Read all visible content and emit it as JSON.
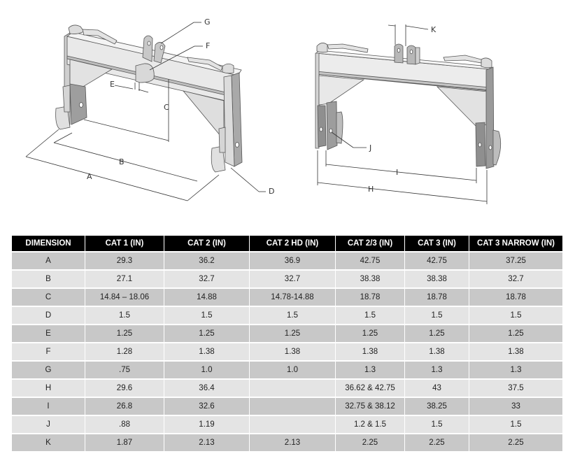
{
  "diagram": {
    "left_view_labels": [
      "A",
      "B",
      "C",
      "D",
      "E",
      "F",
      "G"
    ],
    "right_view_labels": [
      "H",
      "I",
      "J",
      "K"
    ],
    "label_A": "A",
    "label_B": "B",
    "label_C": "C",
    "label_D": "D",
    "label_E": "E",
    "label_F": "F",
    "label_G": "G",
    "label_H": "H",
    "label_I": "I",
    "label_J": "J",
    "label_K": "K"
  },
  "table": {
    "headers": [
      "DIMENSION",
      "CAT 1 (IN)",
      "CAT 2 (IN)",
      "CAT 2 HD (IN)",
      "CAT 2/3 (IN)",
      "CAT 3 (IN)",
      "CAT 3 NARROW (IN)"
    ],
    "rows": [
      [
        "A",
        "29.3",
        "36.2",
        "36.9",
        "42.75",
        "42.75",
        "37.25"
      ],
      [
        "B",
        "27.1",
        "32.7",
        "32.7",
        "38.38",
        "38.38",
        "32.7"
      ],
      [
        "C",
        "14.84 – 18.06",
        "14.88",
        "14.78-14.88",
        "18.78",
        "18.78",
        "18.78"
      ],
      [
        "D",
        "1.5",
        "1.5",
        "1.5",
        "1.5",
        "1.5",
        "1.5"
      ],
      [
        "E",
        "1.25",
        "1.25",
        "1.25",
        "1.25",
        "1.25",
        "1.25"
      ],
      [
        "F",
        "1.28",
        "1.38",
        "1.38",
        "1.38",
        "1.38",
        "1.38"
      ],
      [
        "G",
        ".75",
        "1.0",
        "1.0",
        "1.3",
        "1.3",
        "1.3"
      ],
      [
        "H",
        "29.6",
        "36.4",
        "",
        "36.62 & 42.75",
        "43",
        "37.5"
      ],
      [
        "I",
        "26.8",
        "32.6",
        "",
        "32.75 & 38.12",
        "38.25",
        "33"
      ],
      [
        "J",
        ".88",
        "1.19",
        "",
        "1.2 & 1.5",
        "1.5",
        "1.5"
      ],
      [
        "K",
        "1.87",
        "2.13",
        "2.13",
        "2.25",
        "2.25",
        "2.25"
      ]
    ]
  },
  "colors": {
    "header_bg": "#000000",
    "header_text": "#ffffff",
    "row_dark": "#c8c8c8",
    "row_light": "#e4e4e4",
    "line": "#333333"
  }
}
